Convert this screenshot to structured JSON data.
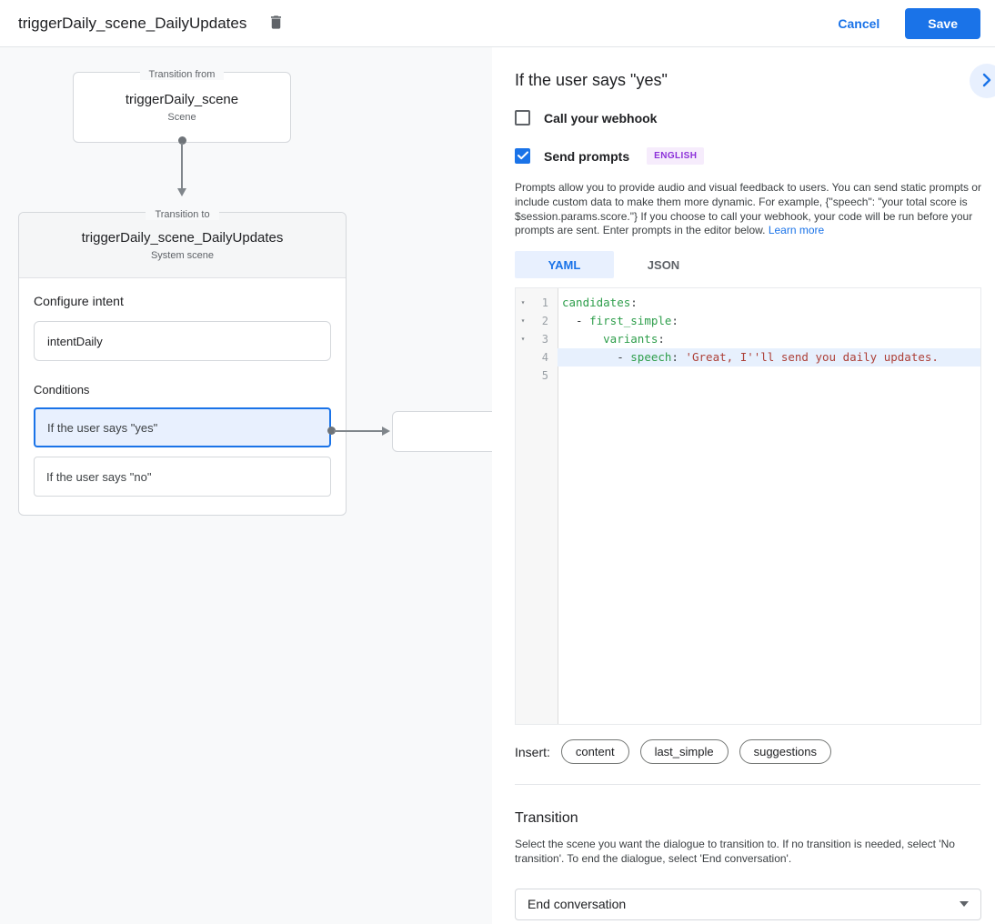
{
  "colors": {
    "accent": "#1a73e8",
    "selected_condition_bg": "#e8f0fe",
    "badge_fg": "#8c30d9",
    "badge_bg": "#f6ecfc",
    "code_key": "#2e9e4b",
    "code_str": "#ad4038"
  },
  "topbar": {
    "title": "triggerDaily_scene_DailyUpdates",
    "delete_icon": "trash-icon",
    "cancel_label": "Cancel",
    "save_label": "Save"
  },
  "diagram": {
    "from_box": {
      "legend": "Transition from",
      "title": "triggerDaily_scene",
      "subtitle": "Scene"
    },
    "to_box": {
      "legend": "Transition to",
      "title": "triggerDaily_scene_DailyUpdates",
      "subtitle": "System scene",
      "configure_intent_label": "Configure intent",
      "intent_value": "intentDaily",
      "conditions_label": "Conditions",
      "conditions": [
        {
          "label": "If the user says \"yes\"",
          "selected": true
        },
        {
          "label": "If the user says \"no\"",
          "selected": false
        }
      ]
    }
  },
  "panel": {
    "title": "If the user says \"yes\"",
    "webhook_label": "Call your webhook",
    "send_prompts_label": "Send prompts",
    "language_badge": "ENGLISH",
    "description": "Prompts allow you to provide audio and visual feedback to users. You can send static prompts or include custom data to make them more dynamic. For example, {\"speech\": \"your total score is $session.params.score.\"} If you choose to call your webhook, your code will be run before your prompts are sent. Enter prompts in the editor below. ",
    "learn_more_label": "Learn more",
    "tabs": {
      "yaml": "YAML",
      "json": "JSON"
    },
    "editor": {
      "lines": [
        {
          "num": "1",
          "fold": true,
          "highlight": false,
          "tokens": [
            {
              "c": "key",
              "t": "candidates"
            },
            {
              "c": "plain",
              "t": ":"
            }
          ]
        },
        {
          "num": "2",
          "fold": true,
          "highlight": false,
          "tokens": [
            {
              "c": "plain",
              "t": "  - "
            },
            {
              "c": "key",
              "t": "first_simple"
            },
            {
              "c": "plain",
              "t": ":"
            }
          ]
        },
        {
          "num": "3",
          "fold": true,
          "highlight": false,
          "tokens": [
            {
              "c": "plain",
              "t": "      "
            },
            {
              "c": "key",
              "t": "variants"
            },
            {
              "c": "plain",
              "t": ":"
            }
          ]
        },
        {
          "num": "4",
          "fold": false,
          "highlight": true,
          "tokens": [
            {
              "c": "plain",
              "t": "        - "
            },
            {
              "c": "key",
              "t": "speech"
            },
            {
              "c": "plain",
              "t": ": "
            },
            {
              "c": "str",
              "t": "'Great, I''ll send you daily updates."
            }
          ]
        },
        {
          "num": "5",
          "fold": false,
          "highlight": false,
          "tokens": []
        }
      ]
    },
    "insert_label": "Insert:",
    "insert_chips": [
      "content",
      "last_simple",
      "suggestions"
    ],
    "transition": {
      "title": "Transition",
      "description": "Select the scene you want the dialogue to transition to. If no transition is needed, select 'No transition'. To end the dialogue, select 'End conversation'.",
      "selected_value": "End conversation"
    }
  }
}
